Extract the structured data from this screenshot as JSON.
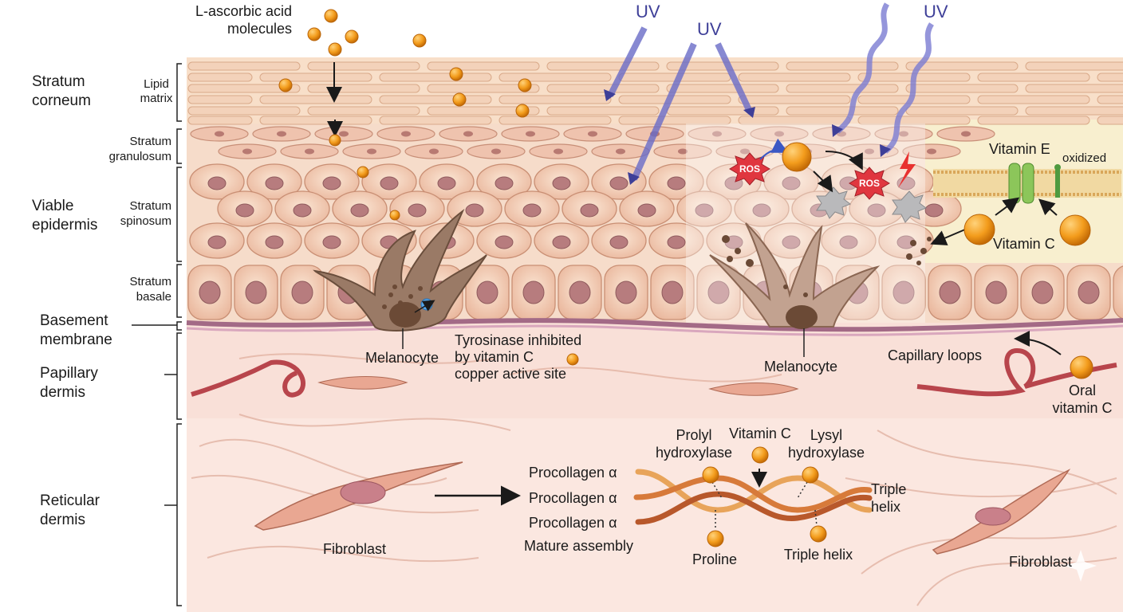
{
  "layers": {
    "stratum_corneum": "Stratum\ncorneum",
    "lipid_matrix": "Lipid\nmatrix",
    "stratum_granulosum": "Stratum\ngranulosum",
    "viable_epidermis": "Viable\nepidermis",
    "stratum_spinosum": "Stratum\nspinosum",
    "stratum_basale": "Stratum\nbasale",
    "basement_membrane": "Basement\nmembrane",
    "papillary_dermis": "Papillary\ndermis",
    "reticular_dermis": "Reticular\ndermis"
  },
  "labels": {
    "ascorbic": "L-ascorbic acid\nmolecules",
    "uv": "UV",
    "ros": "ROS",
    "vitamin_e": "Vitamin E",
    "oxidized": "oxidized",
    "vitamin_c": "Vitamin C",
    "melanocyte": "Melanocyte",
    "tyrosinase": "Tyrosinase inhibited\nby vitamin C\ncopper active site",
    "capillary": "Capillary loops",
    "oral_vc": "Oral\nvitamin C",
    "fibroblast": "Fibroblast",
    "procollagen": "Procollagen α",
    "mature": "Mature assembly",
    "prolyl": "Prolyl\nhydroxylase",
    "vitamin_c_mid": "Vitamin C",
    "lysyl": "Lysyl\nhydroxylase",
    "triple_helix_right": "Triple\nhelix",
    "proline": "Proline",
    "triple_helix_bottom": "Triple helix"
  },
  "colors": {
    "vitamin_c_orange": "#f39c1c",
    "uv_purple": "#6a6cc8",
    "ros_red": "#e0363f",
    "cell_pink": "#eab9a4",
    "membrane": "#a36a86"
  }
}
